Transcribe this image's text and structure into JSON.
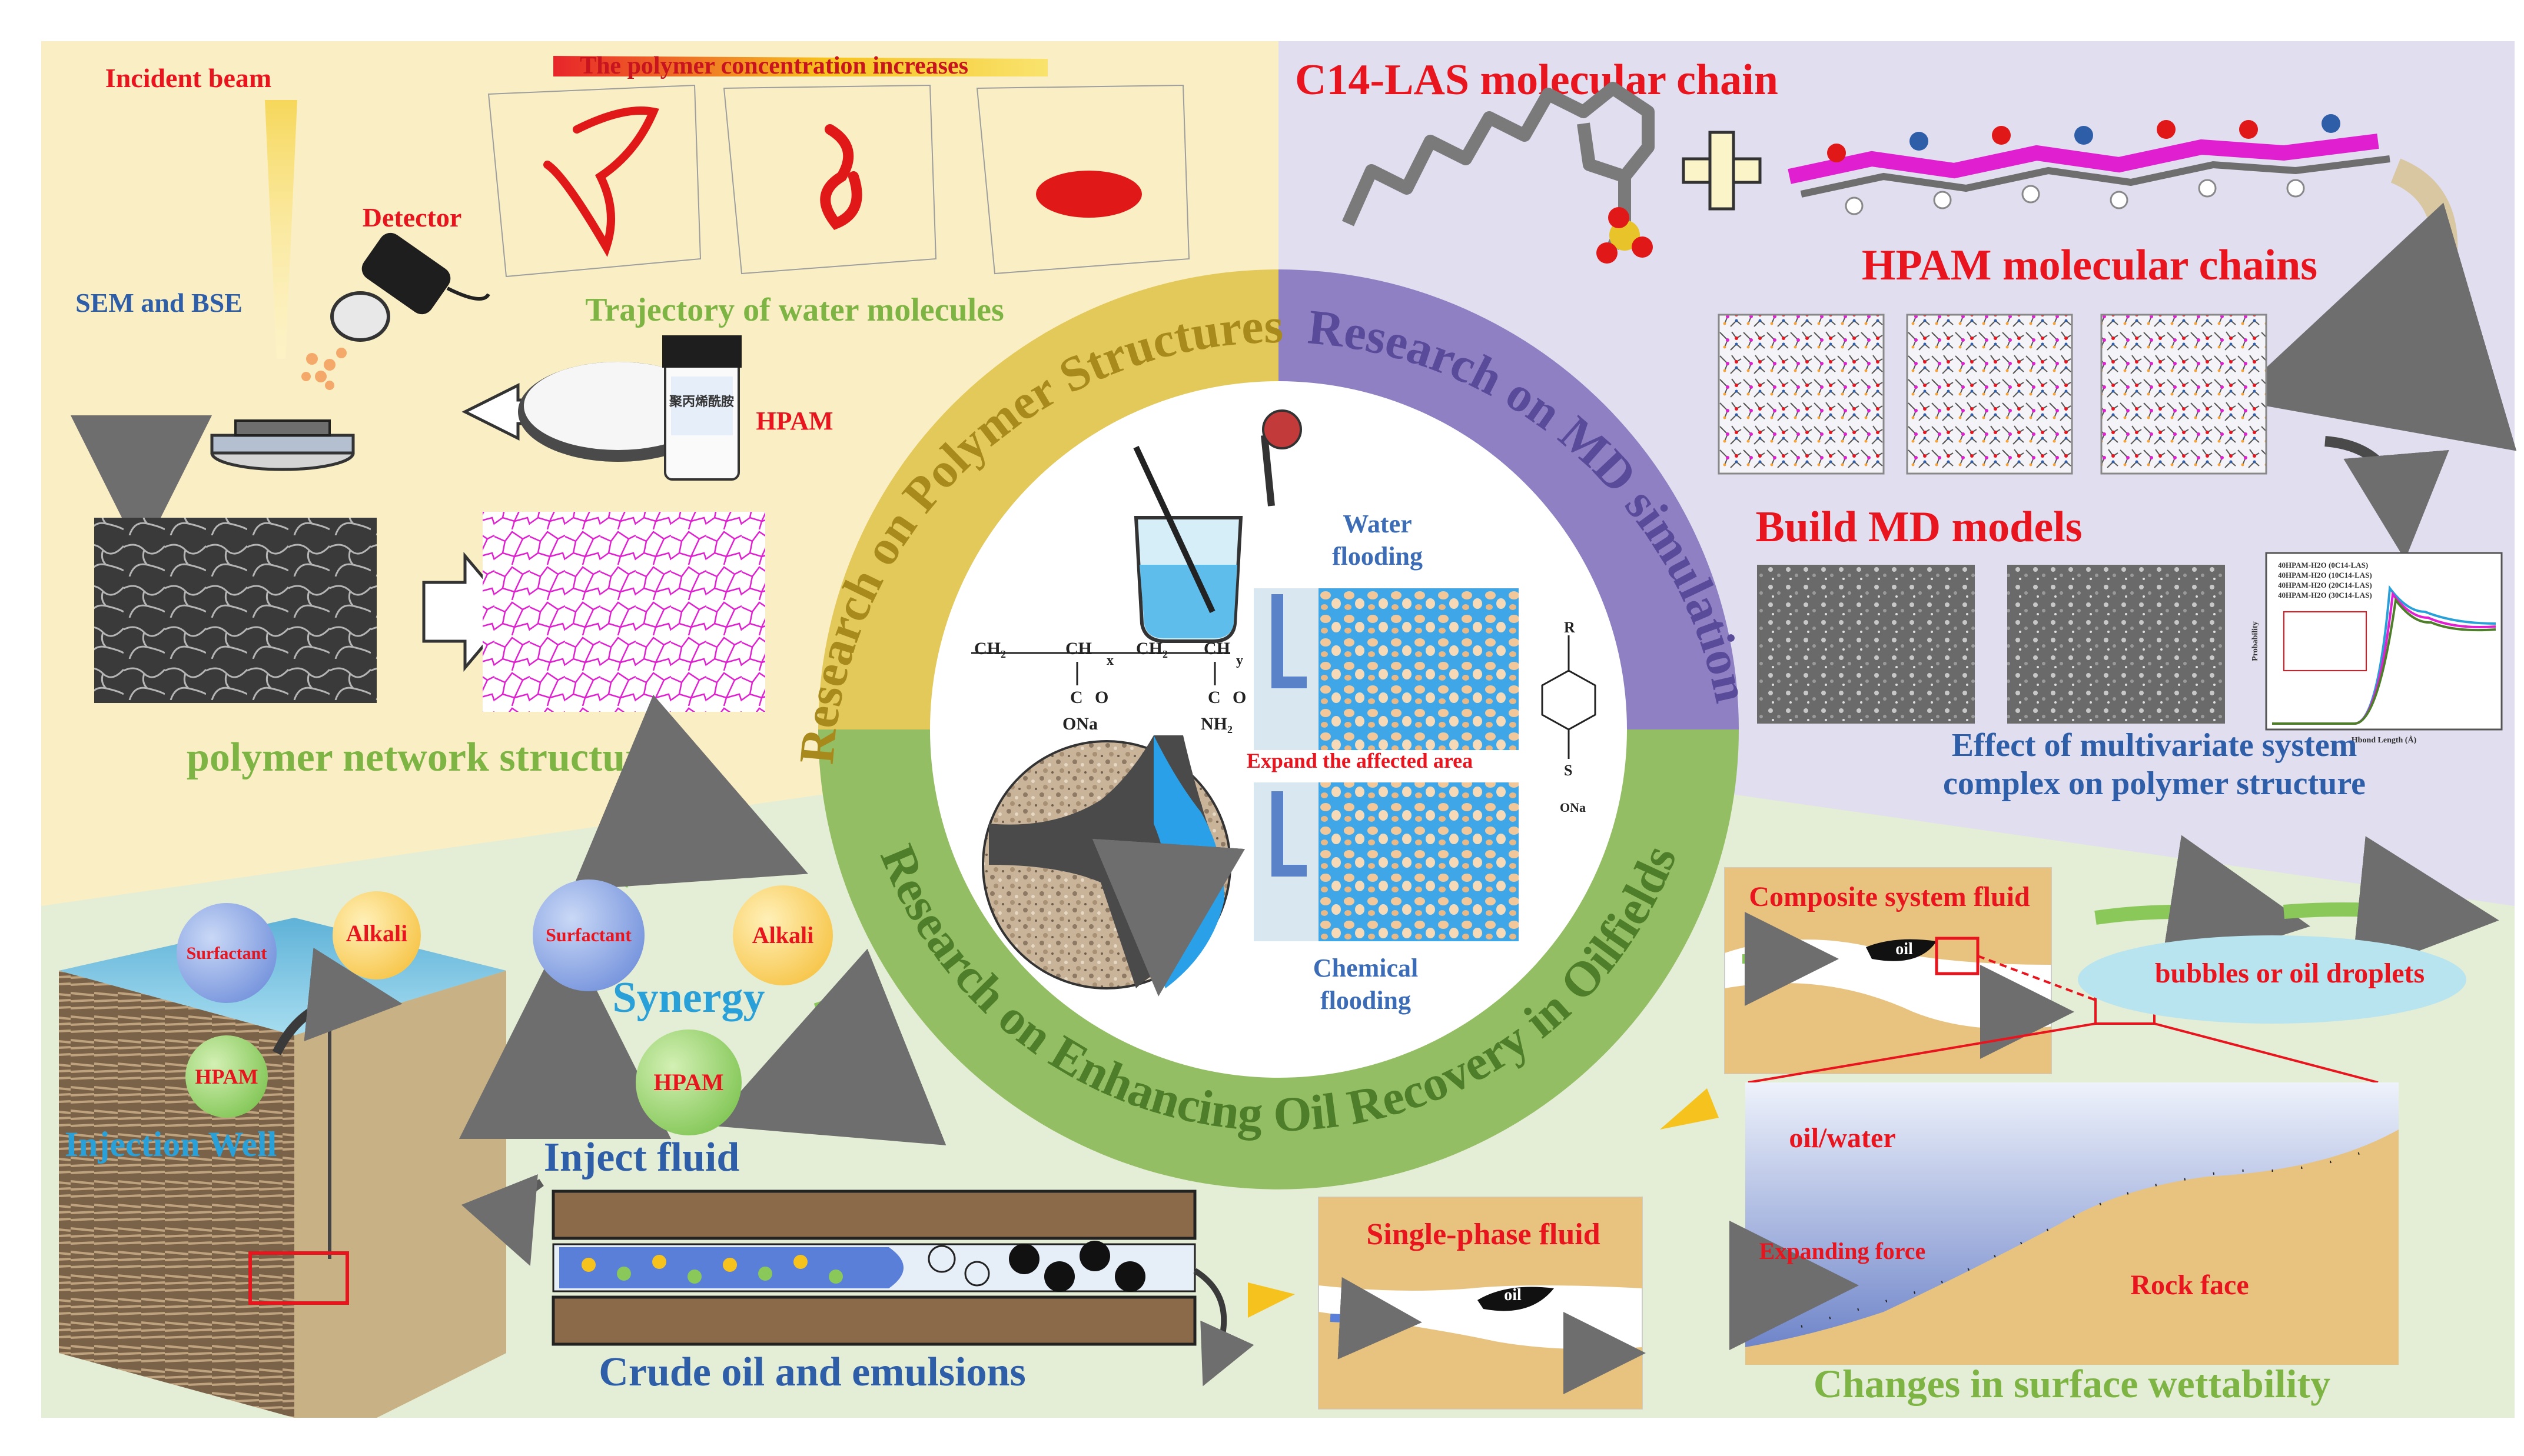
{
  "colors": {
    "yellow_bg": "#FAEFC4",
    "purple_bg": "#E0DEEF",
    "green_bg": "#E4EDD5",
    "ring_yellow": "#E3C85A",
    "ring_purple": "#8E80C2",
    "ring_green": "#93BE63",
    "red_text": "#E8141E",
    "green_text": "#7DB444",
    "blue_text": "#2F5EA8",
    "cyan_text": "#2AA0D8",
    "magenta": "#E020D0"
  },
  "ring": {
    "top_left": "Research on Polymer Structures",
    "top_right": "Research on MD simulation",
    "bottom": "Research on Enhancing Oil Recovery in Oilfields"
  },
  "polymer_section": {
    "incident_beam": "Incident beam",
    "detector": "Detector",
    "sem_bse": "SEM and BSE",
    "concentration_arrow": "The polymer concentration increases",
    "trajectory_caption": "Trajectory of water molecules",
    "hpam_label": "HPAM",
    "bottle_label": "聚丙烯酰胺",
    "network_caption": "polymer network structure"
  },
  "md_section": {
    "las_caption": "C14-LAS molecular chain",
    "hpam_caption": "HPAM molecular chains",
    "build_caption": "Build MD models",
    "effect_caption_1": "Effect of multivariate system",
    "effect_caption_2": "complex on polymer structure",
    "plot_legend": [
      "40HPAM-H2O (0C14-LAS)",
      "40HPAM-H2O (10C14-LAS)",
      "40HPAM-H2O (20C14-LAS)",
      "40HPAM-H2O (30C14-LAS)"
    ],
    "plot_xlabel": "Hbond Length (Å)",
    "plot_ylabel": "Probability"
  },
  "center": {
    "water_flooding_1": "Water",
    "water_flooding_2": "flooding",
    "expand_area": "Expand the affected area",
    "chemical_flooding_1": "Chemical",
    "chemical_flooding_2": "flooding",
    "formula_left_sub": "ONa",
    "formula_right_sub": "NH₂",
    "formula_ch2": "CH₂",
    "formula_ch": "CH",
    "formula_c": "C",
    "formula_o": "O",
    "formula_x": "x",
    "formula_y": "y",
    "benzene_r": "R",
    "benzene_s": "S",
    "benzene_ona": "ONa"
  },
  "eor_section": {
    "surfactant": "Surfactant",
    "alkali": "Alkali",
    "hpam": "HPAM",
    "synergy": "Synergy",
    "injection_well": "Injection Well",
    "inject_fluid": "Inject fluid",
    "crude_oil": "Crude oil and emulsions",
    "single_phase": "Single-phase fluid",
    "oil": "oil",
    "composite_fluid": "Composite system fluid",
    "bubbles": "bubbles or oil droplets",
    "oil_water": "oil/water",
    "expanding_force": "Expanding force",
    "rock_face": "Rock face",
    "wettability": "Changes in surface wettability"
  }
}
